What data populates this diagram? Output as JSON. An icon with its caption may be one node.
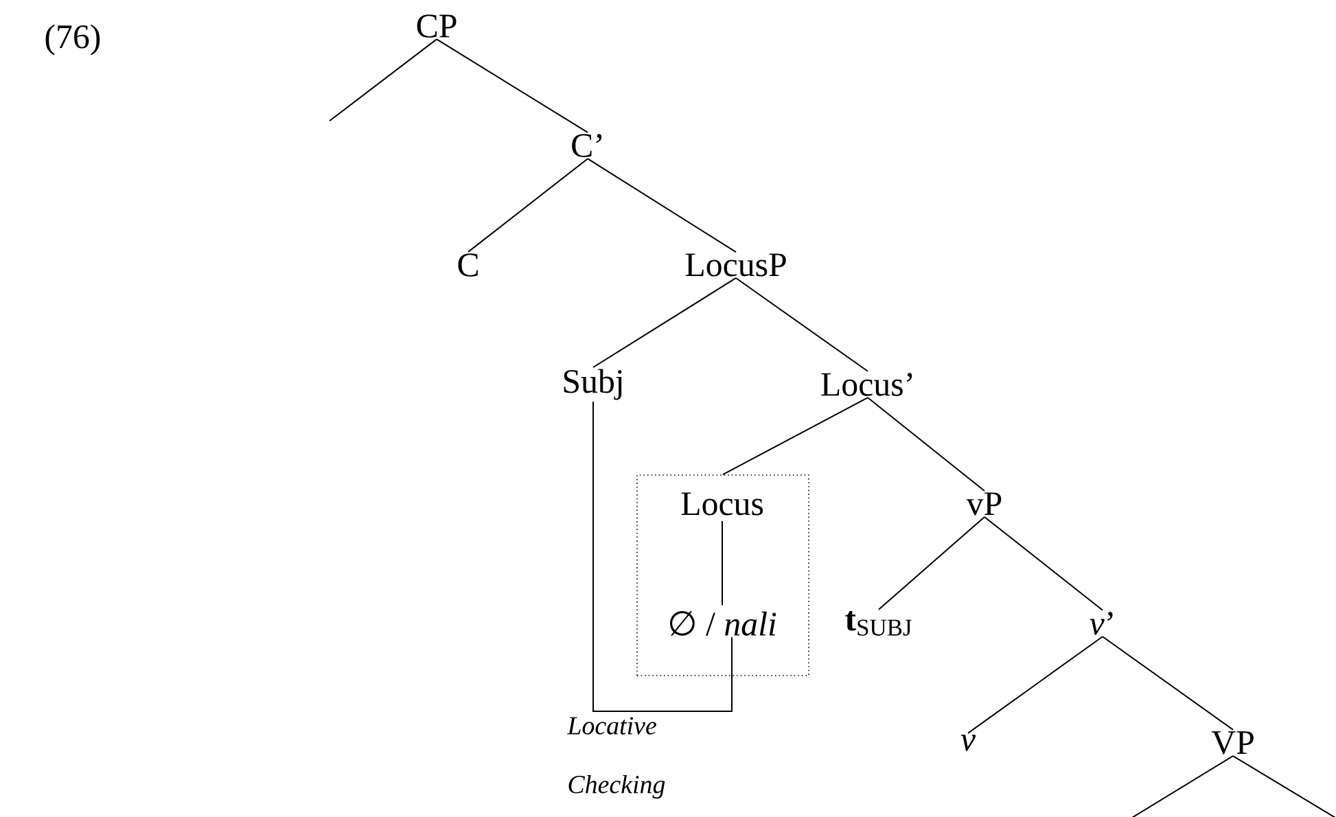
{
  "diagram": {
    "nodes": [
      {
        "text": [
          "CP"
        ]
      },
      {
        "text": [
          "C’"
        ]
      },
      {
        "text": [
          "C"
        ]
      },
      {
        "text": [
          "LocusP"
        ]
      },
      {
        "text": [
          "Subj"
        ]
      },
      {
        "text": [
          "Locus’"
        ]
      },
      {
        "text": [],
        "shape": "box"
      },
      {
        "text": [
          "Locus"
        ],
        "in": 6
      },
      {
        "text": [
          "∅ / *nali*"
        ],
        "in": 6
      },
      {
        "text": [
          "vP"
        ]
      },
      {
        "text": [
          "**t**$_{SUBJ}$"
        ]
      },
      {
        "text": [
          "*v*’"
        ]
      },
      {
        "text": [
          "*v*"
        ]
      },
      {
        "text": [
          "VP"
        ]
      }
    ],
    "edges": [
      {
        "from": 0,
        "to": null,
        "arrow": "none"
      },
      {
        "from": 0,
        "to": 1,
        "arrow": "none"
      },
      {
        "from": 1,
        "to": 2,
        "arrow": "none"
      },
      {
        "from": 1,
        "to": 3,
        "arrow": "none"
      },
      {
        "from": 3,
        "to": 4,
        "arrow": "none"
      },
      {
        "from": 3,
        "to": 5,
        "arrow": "none"
      },
      {
        "from": 5,
        "to": 6,
        "arrow": "none"
      },
      {
        "from": 5,
        "to": 9,
        "arrow": "none"
      },
      {
        "from": 9,
        "to": 10,
        "arrow": "none"
      },
      {
        "from": 9,
        "to": 11,
        "arrow": "none"
      },
      {
        "from": 11,
        "to": 12,
        "arrow": "none"
      },
      {
        "from": 11,
        "to": 13,
        "arrow": "none"
      },
      {
        "from": 13,
        "to": null,
        "arrow": "none"
      },
      {
        "from": 13,
        "to": null,
        "arrow": "none"
      },
      {
        "from": 7,
        "to": 8,
        "arrow": "none"
      },
      {
        "from": 4,
        "to": 8,
        "arrow": "none",
        "label": "Locative Checking"
      }
    ],
    "labels": [
      "(76)"
    ]
  }
}
